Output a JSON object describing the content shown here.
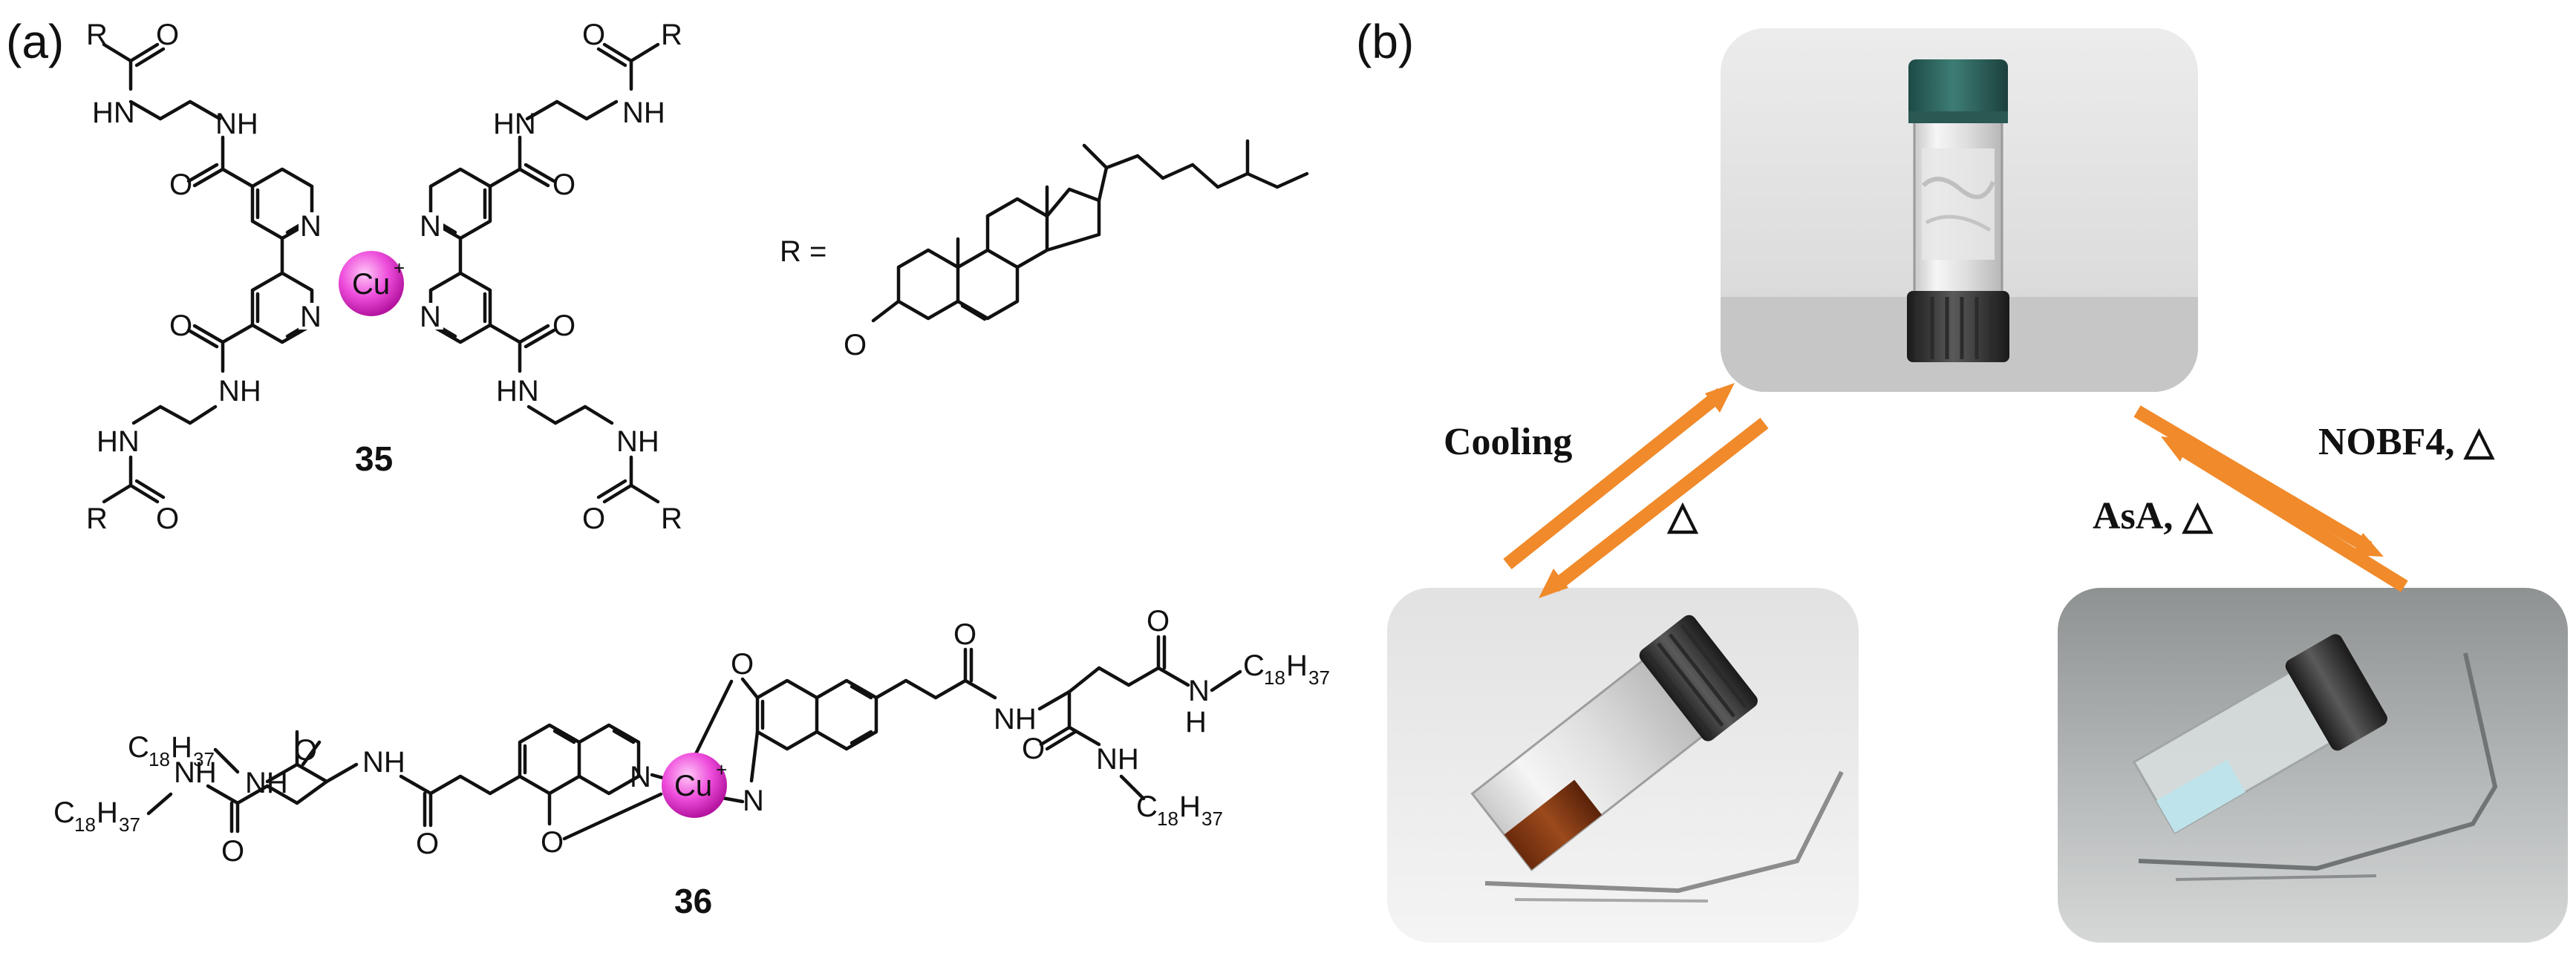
{
  "panel_a": {
    "label": "(a)",
    "compound_35": {
      "number": "35",
      "metal": "Cu",
      "charge": "+",
      "r_label": "R ="
    },
    "compound_36": {
      "number": "36",
      "metal": "Cu",
      "charge": "+",
      "alkyl": "C",
      "alkyl_sub1": "18",
      "alkyl_h": "H",
      "alkyl_sub2": "37"
    },
    "atoms": {
      "nitrogen": "N",
      "oxygen": "O",
      "amide_nh": "NH",
      "amide_hn": "HN",
      "r_group": "R",
      "hydrogen": "H"
    }
  },
  "panel_b": {
    "label": "(b)",
    "conditions": {
      "cooling": "Cooling",
      "heat_left": "△",
      "oxidation": "NOBF4, △",
      "reduction": "AsA, △"
    },
    "photos": {
      "top": "gel-vial-photo",
      "bottom_left": "brown-sol-vial-photo",
      "bottom_right": "blue-gel-vial-photo"
    },
    "colors": {
      "arrow": "#f08a2a",
      "copper_ball": "#e83ad6",
      "cap_green": "#2f6b64",
      "solution_brown": "#8a3a12",
      "gel_blue": "#bfe3ea"
    }
  }
}
